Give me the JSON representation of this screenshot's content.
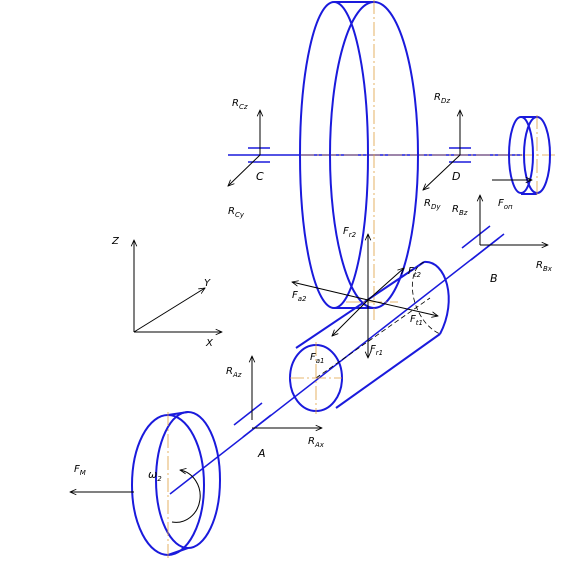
{
  "labels": {
    "Z": "Z",
    "Y": "Y",
    "X": "X",
    "A": "A",
    "B": "B",
    "C": "C",
    "D": "D",
    "RCz": "R",
    "RCz_sub": "Cz",
    "RCy": "R",
    "RCy_sub": "Cy",
    "RDz": "R",
    "RDz_sub": "Dz",
    "RDy": "R",
    "RDy_sub": "Dy",
    "RBz": "R",
    "RBz_sub": "Bz",
    "RBx": "R",
    "RBx_sub": "Bx",
    "RAz": "R",
    "RAz_sub": "Az",
    "RAx": "R",
    "RAx_sub": "Ax",
    "Fr2": "F",
    "Fr2_sub": "r2",
    "Fa2": "F",
    "Fa2_sub": "a2",
    "Ft2": "F",
    "Ft2_sub": "t2",
    "Ft1": "F",
    "Ft1_sub": "t1",
    "Fr1": "F",
    "Fr1_sub": "r1",
    "Fa1": "F",
    "Fa1_sub": "a1",
    "Fm": "F",
    "Fm_sub": "M",
    "Fon": "F",
    "Fon_sub": "оп",
    "w": "ω",
    "w_sub": "2"
  },
  "colors": {
    "part": "#1a1adc",
    "centerline": "#e0a040",
    "vector": "#000000"
  }
}
